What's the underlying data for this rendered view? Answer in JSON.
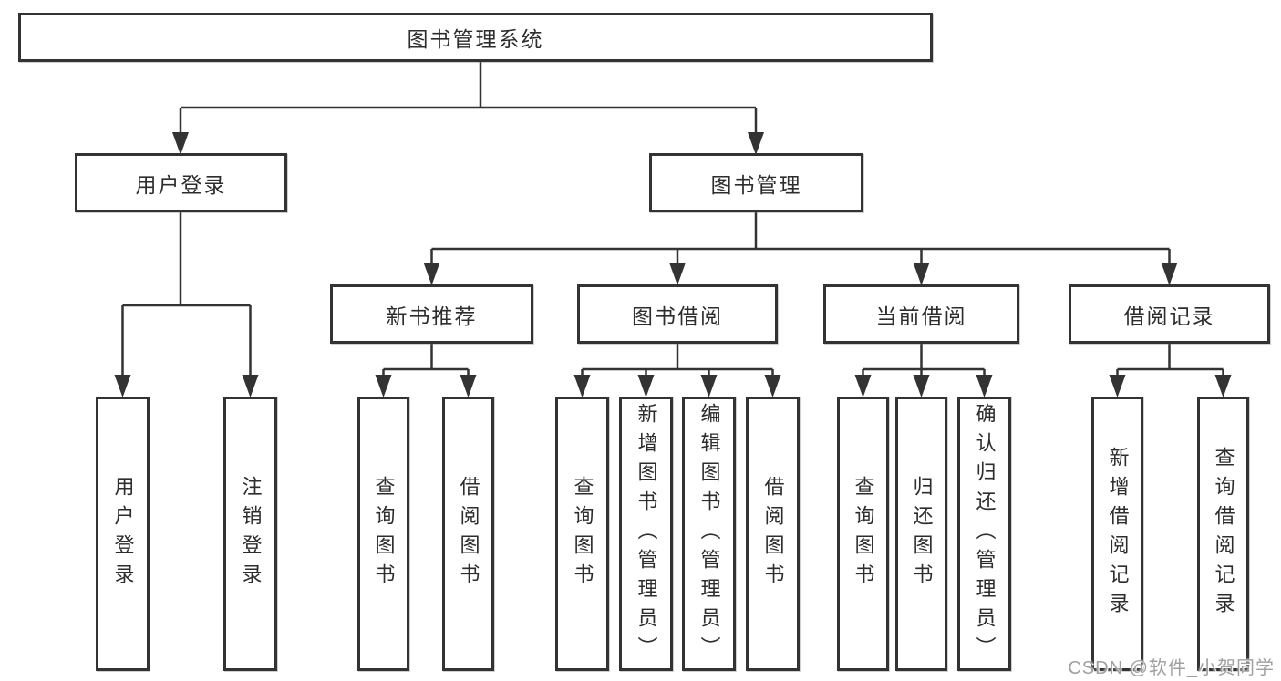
{
  "diagram_type": "function-structure-tree",
  "colors": {
    "background": "#ffffff",
    "line": "#333333",
    "box_border": "#333333",
    "text": "#2d2d2d",
    "watermark_text": "#a0a0a0"
  },
  "tree": {
    "root": {
      "label": "图书管理系统"
    },
    "branches": [
      {
        "label": "用户登录",
        "children": [
          "用户登录",
          "注销登录"
        ]
      },
      {
        "label": "图书管理",
        "sections": [
          {
            "label": "新书推荐",
            "children": [
              "查询图书",
              "借阅图书"
            ]
          },
          {
            "label": "图书借阅",
            "children": [
              "查询图书",
              "新增图书（管理员）",
              "编辑图书（管理员）",
              "借阅图书"
            ]
          },
          {
            "label": "当前借阅",
            "children": [
              "查询图书",
              "归还图书",
              "确认归还（管理员）"
            ]
          },
          {
            "label": "借阅记录",
            "children": [
              "新增借阅记录",
              "查询借阅记录"
            ]
          }
        ]
      }
    ]
  },
  "watermark": {
    "text": "CSDN @软件_小贺同学"
  }
}
